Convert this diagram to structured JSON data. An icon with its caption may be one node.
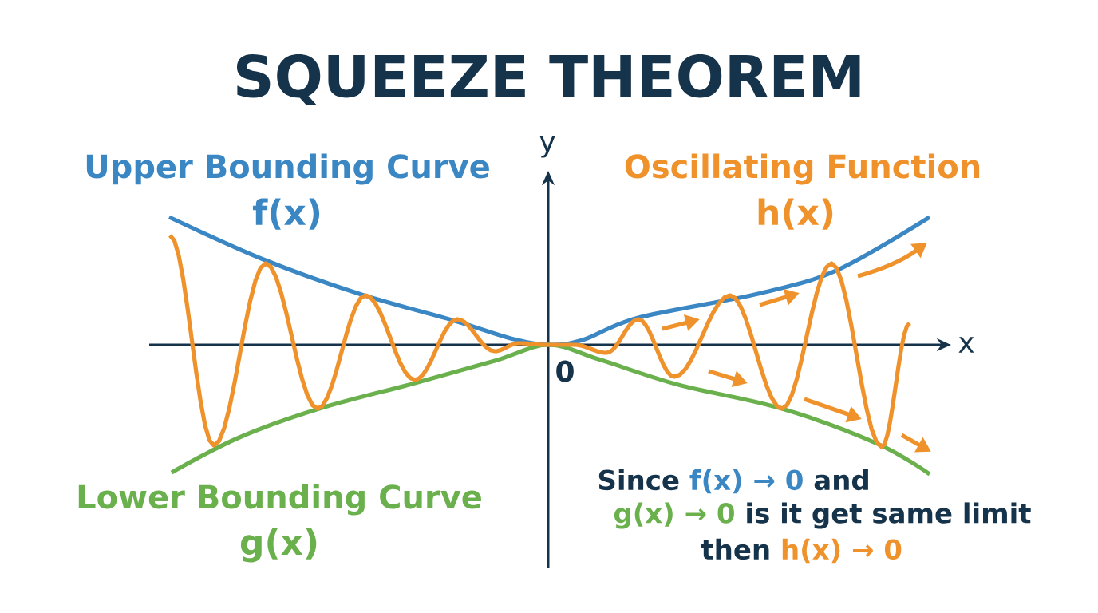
{
  "diagram": {
    "title": "SQUEEZE THEOREM",
    "labels": [
      "Upper Bounding Curve",
      "f(x)",
      "y",
      "Oscillating Function",
      "h(x)",
      "x",
      "0",
      "Lower Bounding Curve",
      "g(x)",
      "Since",
      "f(x) → 0",
      "and",
      "g(x) → 0",
      "is it get same limit",
      "then",
      "h(x) → 0"
    ]
  }
}
